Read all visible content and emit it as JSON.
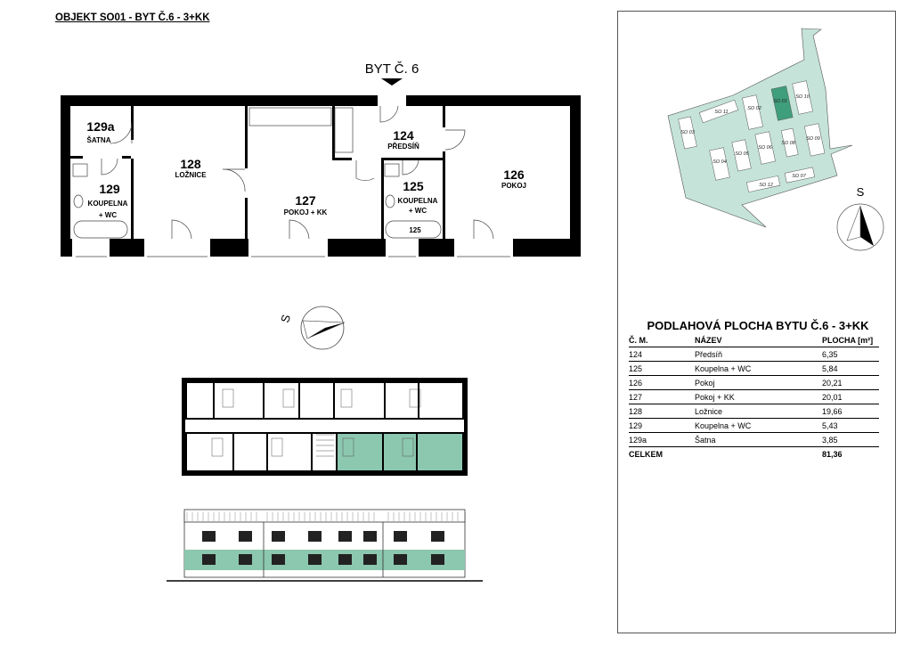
{
  "header": {
    "title": "OBJEKT SO01 - BYT Č.6 - 3+KK"
  },
  "plan": {
    "entrance_label": "BYT Č. 6",
    "rooms": [
      {
        "num": "129a",
        "name": "ŠATNA"
      },
      {
        "num": "128",
        "name": "LOŽNICE"
      },
      {
        "num": "127",
        "name": "POKOJ + KK"
      },
      {
        "num": "124",
        "name": "PŘEDSÍŇ"
      },
      {
        "num": "129",
        "name": "KOUPELNA",
        "name2": "+ WC"
      },
      {
        "num": "125",
        "name": "KOUPELNA",
        "name2": "+ WC"
      },
      {
        "num": "126",
        "name": "POKOJ"
      }
    ],
    "bathtub_label": "125",
    "compass_label": "S"
  },
  "site_plan": {
    "compass_label": "S",
    "buildings": [
      "SO 01",
      "SO 02",
      "SO 03",
      "SO 04",
      "SO 05",
      "SO 06",
      "SO 07",
      "SO 08",
      "SO 09",
      "SO 10",
      "SO 11",
      "SO 12"
    ],
    "highlight": "SO 01",
    "colors": {
      "site": "#c5e3d9",
      "highlight": "#3f9e7c"
    }
  },
  "area_table": {
    "title": "PODLAHOVÁ PLOCHA BYTU Č.6 - 3+KK",
    "headers": {
      "num": "Č. M.",
      "name": "NÁZEV",
      "area": "PLOCHA [m²]"
    },
    "rows": [
      {
        "num": "124",
        "name": "Předsíň",
        "area": "6,35"
      },
      {
        "num": "125",
        "name": "Koupelna + WC",
        "area": "5,84"
      },
      {
        "num": "126",
        "name": "Pokoj",
        "area": "20,21"
      },
      {
        "num": "127",
        "name": "Pokoj + KK",
        "area": "20,01"
      },
      {
        "num": "128",
        "name": "Ložnice",
        "area": "19,66"
      },
      {
        "num": "129",
        "name": "Koupelna + WC",
        "area": "5,43"
      },
      {
        "num": "129a",
        "name": "Šatna",
        "area": "3,85"
      }
    ],
    "total_label": "CELKEM",
    "total_area": "81,36"
  },
  "colors": {
    "highlight_green": "#8cc7b0"
  }
}
